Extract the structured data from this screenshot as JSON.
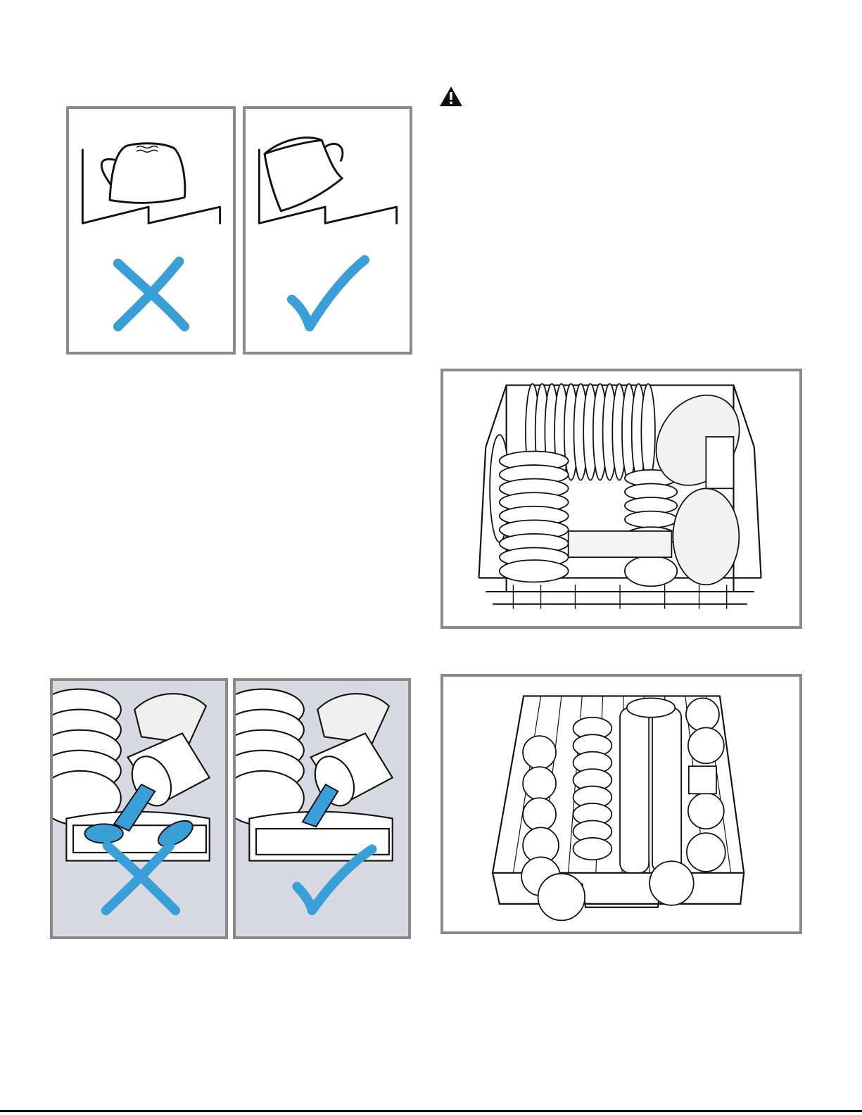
{
  "icons": {
    "warning": "warning-triangle-icon",
    "incorrect": "cross-mark-icon",
    "correct": "check-mark-icon"
  },
  "colors": {
    "accent_blue": "#3a9fd6",
    "frame_gray": "#8a8a8a",
    "background_gray": "#d7dae2",
    "ink": "#111111"
  },
  "figures": [
    {
      "id": "cup-incorrect",
      "status": "incorrect"
    },
    {
      "id": "cup-correct",
      "status": "correct"
    },
    {
      "id": "upper-rack-loaded",
      "status": "example"
    },
    {
      "id": "pan-incorrect",
      "status": "incorrect"
    },
    {
      "id": "pan-correct",
      "status": "correct"
    },
    {
      "id": "lower-rack-loaded",
      "status": "example"
    }
  ]
}
